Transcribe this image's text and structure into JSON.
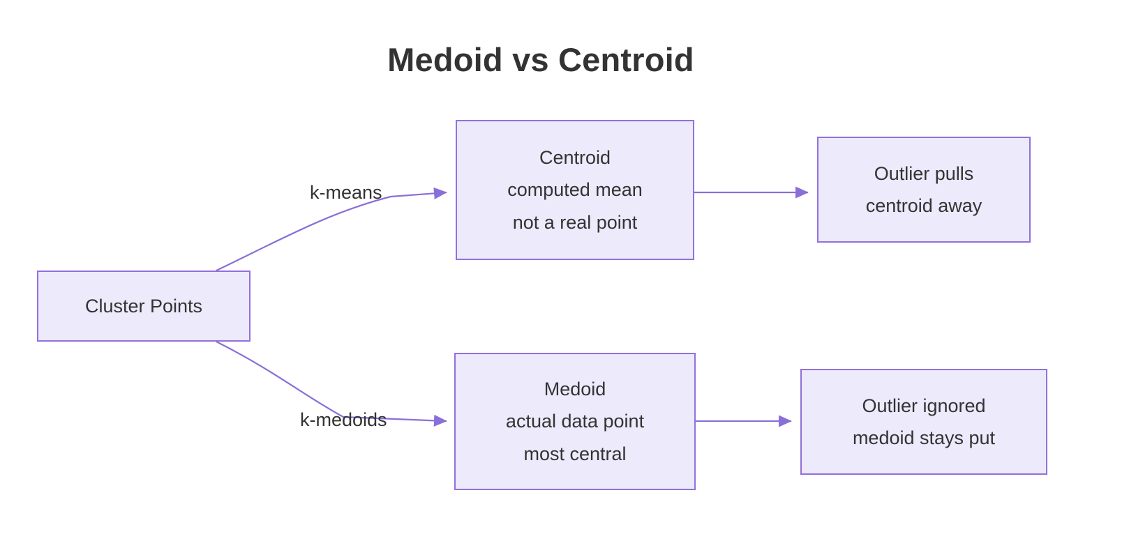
{
  "diagram": {
    "title": "Medoid vs Centroid",
    "type": "flowchart",
    "direction": "left-to-right",
    "colors": {
      "node_fill": "#eceafb",
      "node_border": "#9370db",
      "edge": "#8a6fd8",
      "text": "#333333",
      "background": "#ffffff"
    },
    "nodes": [
      {
        "id": "cluster",
        "name": "cluster-points",
        "lines": [
          "Cluster Points"
        ]
      },
      {
        "id": "centroid",
        "name": "centroid",
        "lines": [
          "Centroid",
          "computed mean",
          "not a real point"
        ]
      },
      {
        "id": "outlier-centroid",
        "name": "outlier-pulls-centroid-away",
        "lines": [
          "Outlier pulls",
          "centroid away"
        ]
      },
      {
        "id": "medoid",
        "name": "medoid",
        "lines": [
          "Medoid",
          "actual data point",
          "most central"
        ]
      },
      {
        "id": "outlier-medoid",
        "name": "outlier-ignored-medoid-stays-put",
        "lines": [
          "Outlier ignored",
          "medoid stays put"
        ]
      }
    ],
    "edges": [
      {
        "from": "cluster",
        "to": "centroid",
        "label": "k-means"
      },
      {
        "from": "cluster",
        "to": "medoid",
        "label": "k-medoids"
      },
      {
        "from": "centroid",
        "to": "outlier-centroid",
        "label": ""
      },
      {
        "from": "medoid",
        "to": "outlier-medoid",
        "label": ""
      }
    ]
  }
}
